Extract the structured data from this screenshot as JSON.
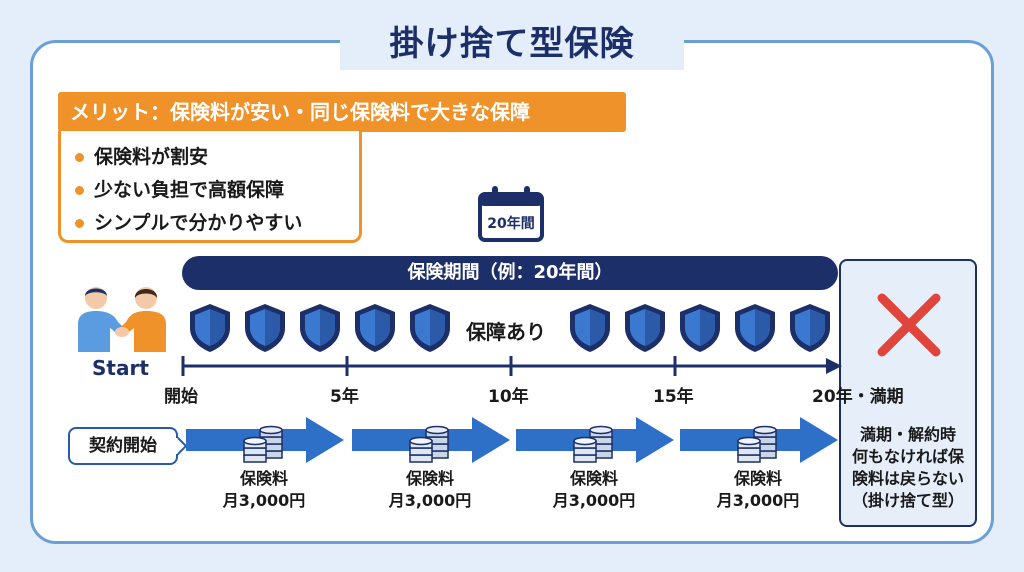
{
  "title": "掛け捨て型保険",
  "merit": {
    "heading": "メリット：保険料が安い・同じ保険料で大きな保障",
    "items": [
      "保険料が割安",
      "少ない負担で高額保障",
      "シンプルで分かりやすい"
    ]
  },
  "calendar_label": "20年間",
  "period_label": "保険期間（例：20年間）",
  "coverage_label": "保障あり",
  "start_label": "Start",
  "timeline": {
    "ticks": [
      "開始",
      "5年",
      "10年",
      "15年",
      "20年・満期"
    ]
  },
  "contract_label": "契約開始",
  "premium": {
    "line1": "保険料",
    "line2": "月3,000円",
    "count": 4
  },
  "end_note": [
    "満期・解約時",
    "何もなければ保",
    "険料は戻らない",
    "（掛け捨て型）"
  ],
  "colors": {
    "navy": "#1c2f68",
    "orange": "#f0922a",
    "blue_arrow": "#2e6fc8",
    "cross_red": "#e0443a"
  }
}
